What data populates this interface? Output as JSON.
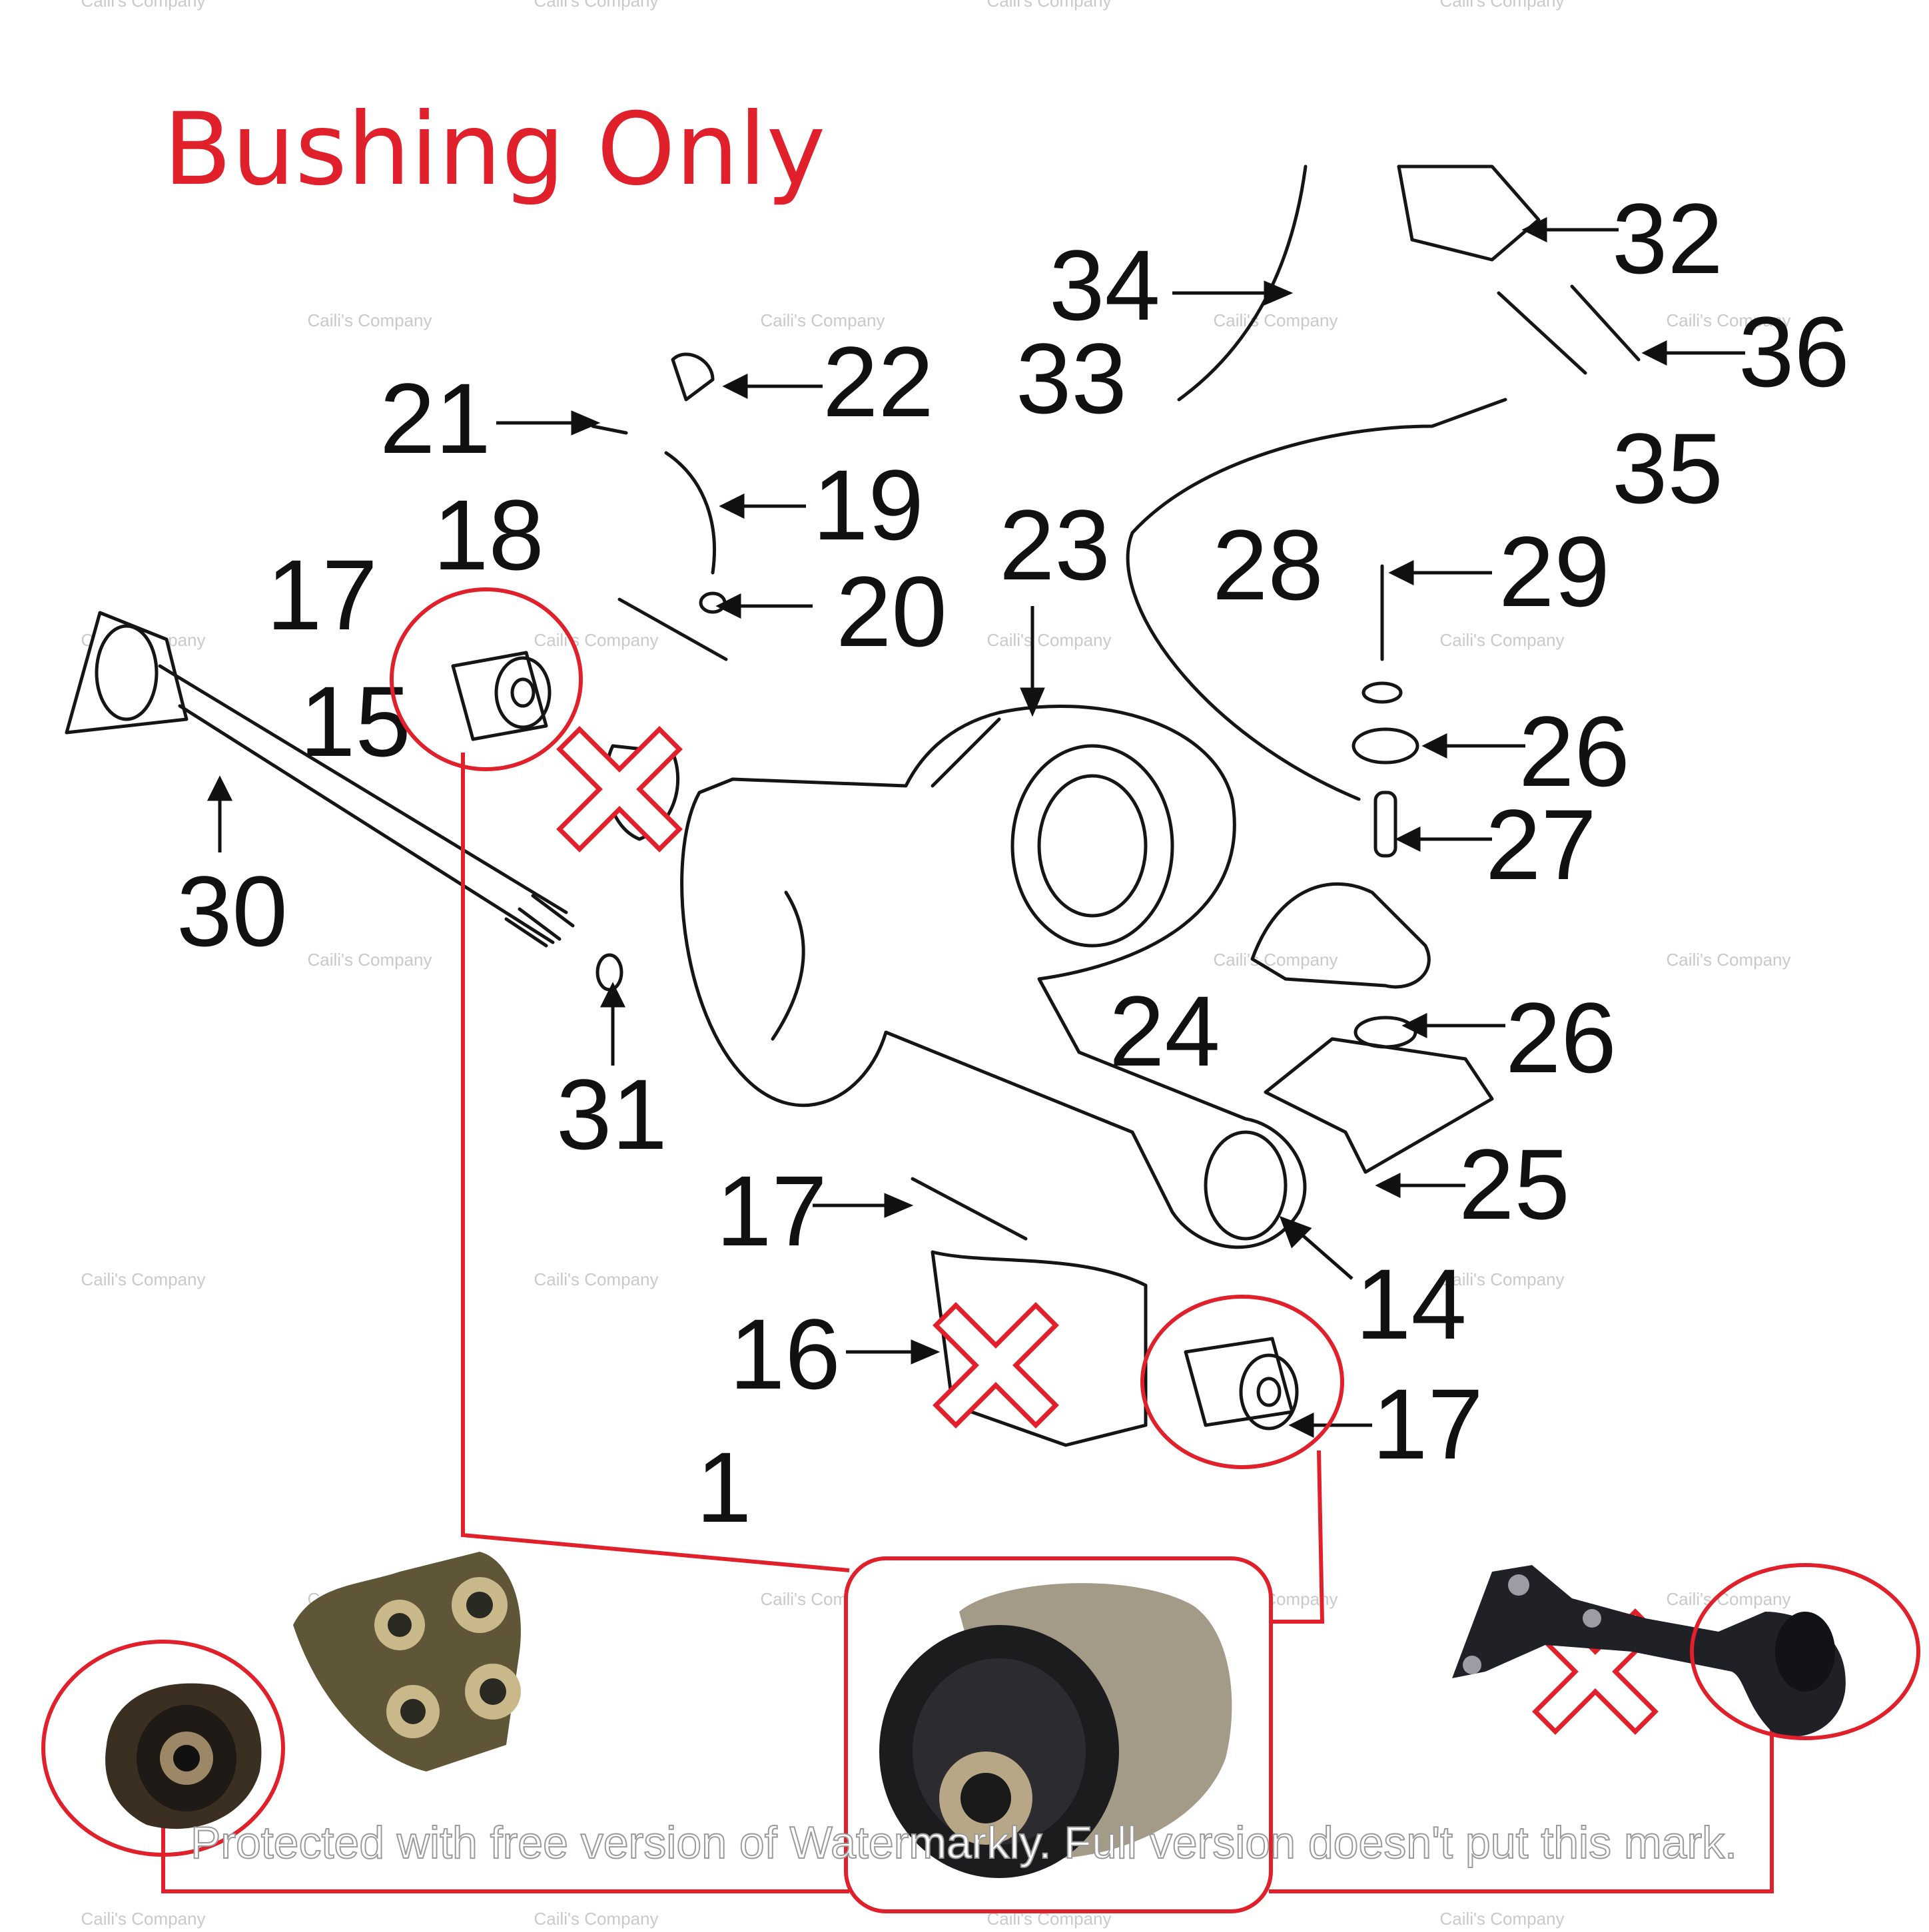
{
  "heading": "Bushing Only",
  "accent_color": "#e0202a",
  "part_numbers": [
    "34",
    "32",
    "36",
    "22",
    "21",
    "33",
    "35",
    "19",
    "23",
    "28",
    "29",
    "18",
    "17",
    "20",
    "15",
    "26",
    "27",
    "30",
    "24",
    "31",
    "26",
    "25",
    "17",
    "14",
    "16",
    "17",
    "1"
  ],
  "watermark_small": "Caili's Company",
  "watermark_large": "Protected with free version of Watermarkly. Full version doesn't put this mark.",
  "photos": [
    {
      "name": "bracket-with-bushing-photo",
      "excluded": true
    },
    {
      "name": "bushing-photo",
      "excluded": false
    },
    {
      "name": "arm-bracket-photo",
      "excluded": true
    }
  ]
}
